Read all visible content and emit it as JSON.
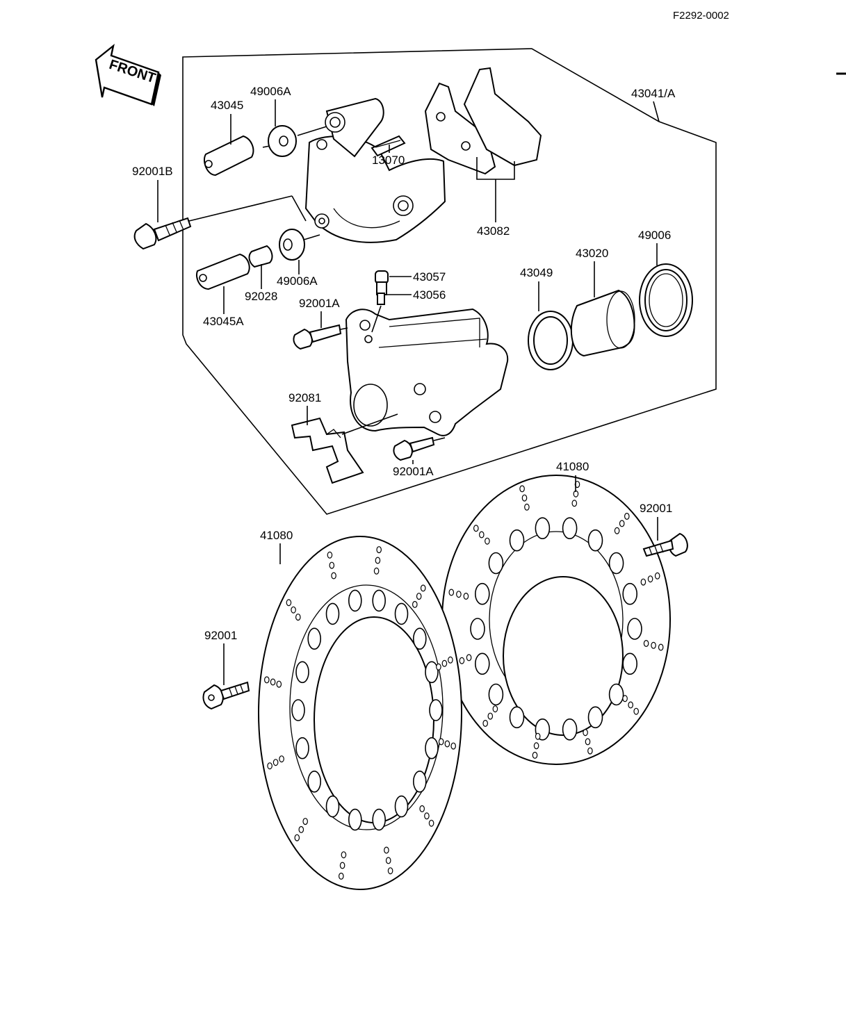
{
  "reference": "F2292-0002",
  "front_label": "FRONT",
  "labels": {
    "p43041": "43041/A",
    "p43045": "43045",
    "p49006A_top": "49006A",
    "p13070": "13070",
    "p43082": "43082",
    "p92001B": "92001B",
    "p49006A_bot": "49006A",
    "p92028": "92028",
    "p43045A": "43045A",
    "p43057": "43057",
    "p43056": "43056",
    "p92001A_top": "92001A",
    "p43049": "43049",
    "p43020": "43020",
    "p49006": "49006",
    "p92081": "92081",
    "p92001A_bot": "92001A",
    "p41080_right": "41080",
    "p41080_left": "41080",
    "p92001_right": "92001",
    "p92001_left": "92001"
  }
}
